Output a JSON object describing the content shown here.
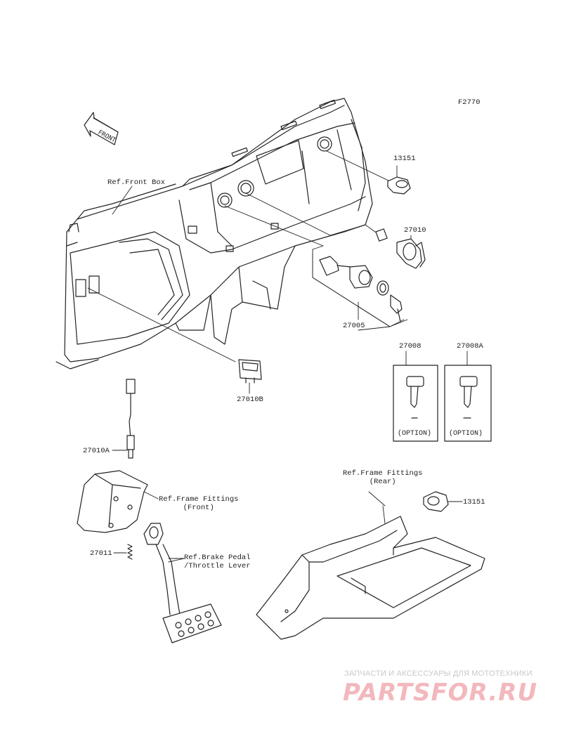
{
  "diagram_code": "F2770",
  "front_arrow_text": "FRONT",
  "labels": {
    "ref_front_box": "Ref.Front Box",
    "p13151_top": "13151",
    "p27010": "27010",
    "p27005": "27005",
    "p27008": "27008",
    "p27008A": "27008A",
    "p27010B": "27010B",
    "p27010A": "27010A",
    "ref_frame_front": "Ref.Frame Fittings\n(Front)",
    "p27011": "27011",
    "ref_brake": "Ref.Brake Pedal\n/Throttle Lever",
    "ref_frame_rear": "Ref.Frame Fittings\n(Rear)",
    "p13151_rear": "13151"
  },
  "option_boxes": [
    "(OPTION)",
    "(OPTION)"
  ],
  "watermark": {
    "line1": "ЗАПЧАСТИ И АКСЕССУАРЫ ДЛЯ МОТОТЕХНИКИ",
    "logo": "PARTSFOR.RU"
  }
}
